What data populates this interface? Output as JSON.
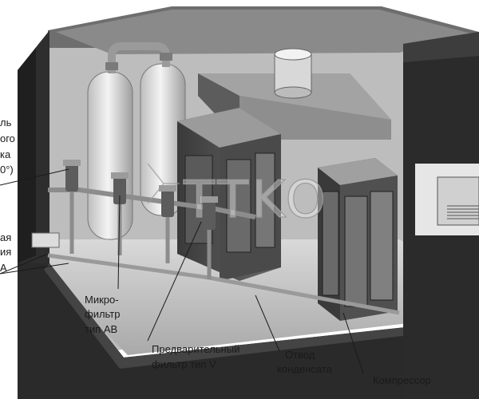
{
  "labels": {
    "partial_left_1": "ль",
    "partial_left_2": "ого",
    "partial_left_3": "ка",
    "partial_left_4": "0°)",
    "partial_left_5": "ая",
    "partial_left_6": "ия",
    "partial_left_7": "А",
    "microfilter_line1": "Микро-",
    "microfilter_line2": "фильтр",
    "microfilter_line3": "тип AB",
    "prefilter_line1": "Предварительный",
    "prefilter_line2": "фильтр тип V",
    "condensate_line1": "Отвод",
    "condensate_line2": "конденсата",
    "compressor": "Компрессор"
  },
  "watermark": "TTKO",
  "colors": {
    "shell_dark": "#2b2b2b",
    "shell_mid": "#555555",
    "interior": "#cfcfcf",
    "panel_light": "#ececec",
    "pipe": "#8c8c8c"
  }
}
